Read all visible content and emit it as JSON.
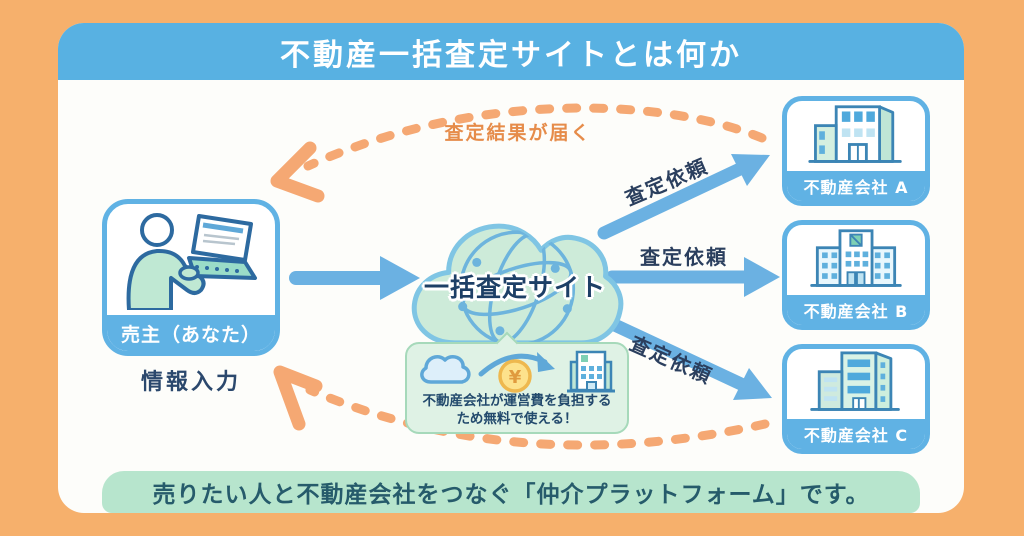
{
  "title": "不動産一括査定サイトとは何か",
  "seller": {
    "card_label": "売主（あなた）",
    "caption": "情報入力"
  },
  "cloud": {
    "label": "一括査定サイト"
  },
  "flow_labels": {
    "request": "査定依頼",
    "result": "査定結果が届く"
  },
  "info_box": {
    "line1": "不動産会社が運営費を負担する",
    "line2": "ため無料で使える！",
    "coin_symbol": "¥"
  },
  "companies": [
    {
      "label": "不動産会社 A"
    },
    {
      "label": "不動産会社 B"
    },
    {
      "label": "不動産会社 C"
    }
  ],
  "footer": "売りたい人と不動産会社をつなぐ「仲介プラットフォーム」です。",
  "colors": {
    "frame_orange": "#f6b06c",
    "panel_white": "#fdfdfa",
    "banner_blue": "#58b1e2",
    "card_border_blue": "#60b2e4",
    "arrow_blue": "#6bb1e2",
    "dash_orange": "#f5a873",
    "orange_text": "#e68c4a",
    "navy_text": "#2b486d",
    "cloud_fill_green": "#cdebd9",
    "cloud_stroke_blue": "#7fc5e4",
    "info_box_green": "#dff2e5",
    "footer_mint": "#b7e5cd",
    "footer_text_teal": "#265b6b"
  }
}
